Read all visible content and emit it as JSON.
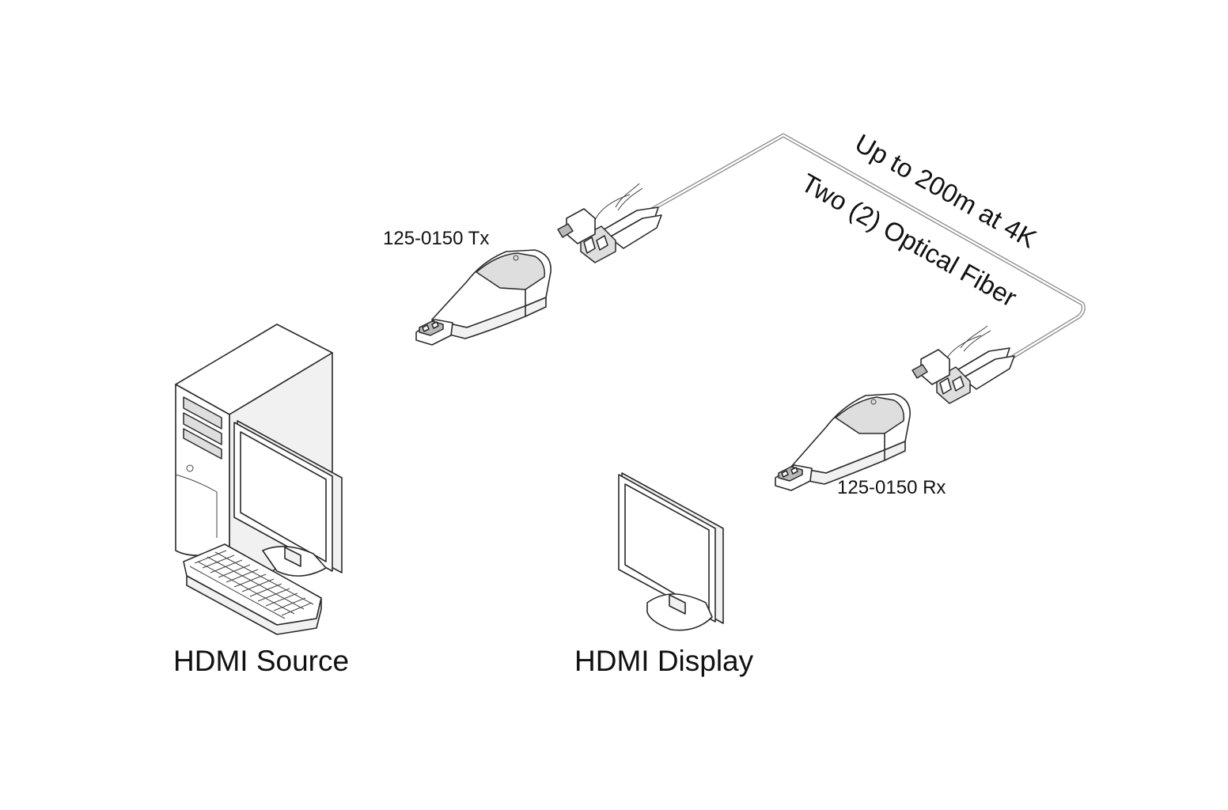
{
  "labels": {
    "source": "HDMI Source",
    "display": "HDMI Display",
    "tx": "125-0150 Tx",
    "rx": "125-0150 Rx",
    "distance": "Up to 200m at 4K",
    "fiber": "Two (2) Optical Fiber"
  },
  "icons": {
    "source": "desktop-pc-with-monitor-and-keyboard",
    "display": "lcd-monitor",
    "tx": "hdmi-fiber-transmitter",
    "rx": "hdmi-fiber-receiver",
    "connector": "lc-duplex-fiber-connector",
    "power": "micro-usb-plug"
  },
  "colors": {
    "line": "#2a2a2a",
    "cable": "#8a8a8a",
    "background": "#ffffff"
  }
}
